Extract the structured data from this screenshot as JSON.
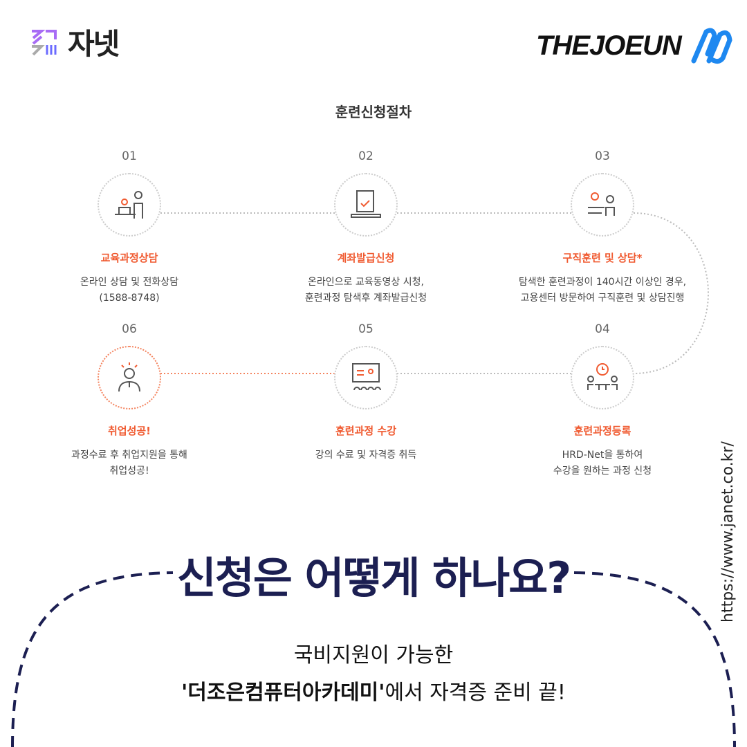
{
  "brand_left": "자넷",
  "brand_right": "THEJOEUN",
  "process_title": "훈련신청절차",
  "steps": [
    {
      "num": "01",
      "title": "교육과정상담",
      "desc1": "온라인 상담 및 전화상담",
      "desc2": "(1588-8748)"
    },
    {
      "num": "02",
      "title": "계좌발급신청",
      "desc1": "온라인으로 교육동영상 시청,",
      "desc2": "훈련과정 탐색후 계좌발급신청"
    },
    {
      "num": "03",
      "title": "구직훈련 및 상담*",
      "desc1": "탐색한 훈련과정이 140시간 이상인 경우,",
      "desc2": "고용센터 방문하여 구직훈련 및 상담진행"
    },
    {
      "num": "04",
      "title": "훈련과정등록",
      "desc1": "HRD-Net을 통하여",
      "desc2": "수강을 원하는 과정 신청"
    },
    {
      "num": "05",
      "title": "훈련과정 수강",
      "desc1": "강의 수료 및 자격증 취득",
      "desc2": ""
    },
    {
      "num": "06",
      "title": "취업성공!",
      "desc1": "과정수료 후 취업지원을 통해",
      "desc2": "취업성공!"
    }
  ],
  "headline": "신청은 어떻게 하나요?",
  "sub1": "국비지원이 가능한",
  "sub2_bold": "'더조은컴퓨터아카데미'",
  "sub2_rest": "에서 자격증 준비 끝!",
  "url": "https://www.janet.co.kr/",
  "colors": {
    "accent": "#f05a30",
    "navy": "#1c1f52",
    "brand_blue": "#1e88f0",
    "brand_purple": "#a86cf5"
  }
}
